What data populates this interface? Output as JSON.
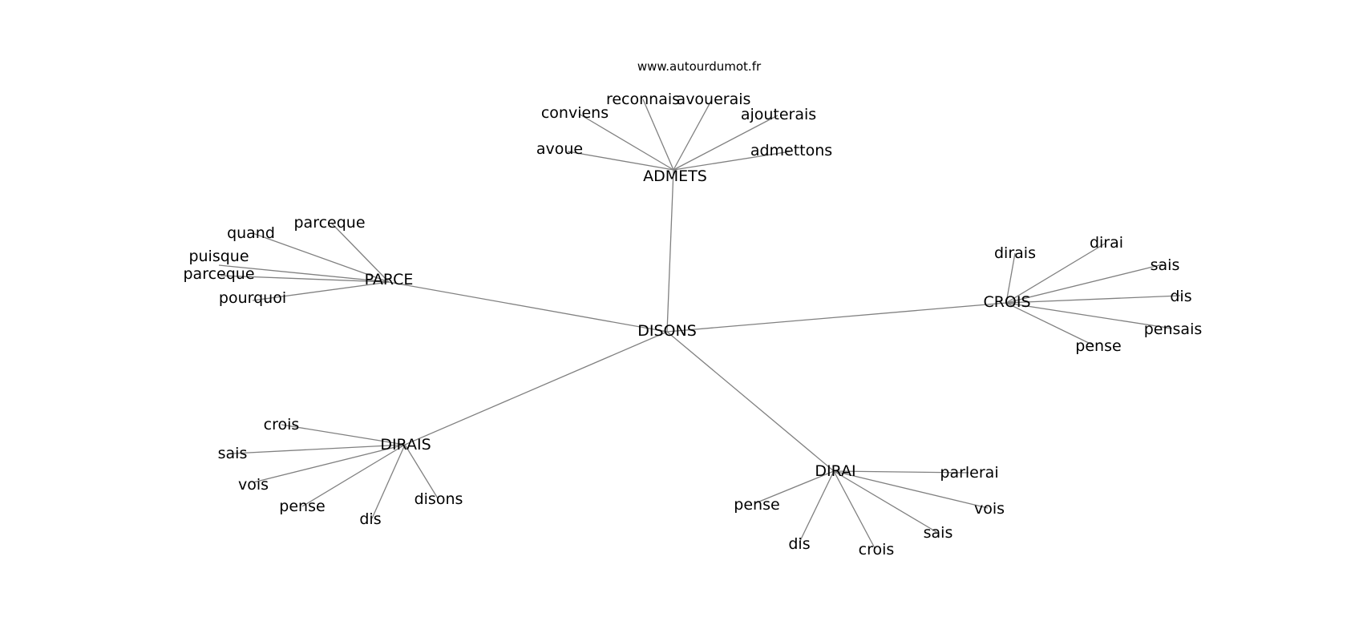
{
  "site": "www.autourdumot.fr",
  "center": "DISONS",
  "clusters": [
    {
      "hub": "ADMETS",
      "leaves": [
        "avoue",
        "conviens",
        "reconnais",
        "avouerais",
        "ajouterais",
        "admettons"
      ]
    },
    {
      "hub": "PARCE",
      "leaves": [
        "parceque",
        "quand",
        "puisque",
        "parceque",
        "pourquoi"
      ]
    },
    {
      "hub": "CROIS",
      "leaves": [
        "dirais",
        "dirai",
        "sais",
        "dis",
        "pensais",
        "pense"
      ]
    },
    {
      "hub": "DIRAIS",
      "leaves": [
        "crois",
        "sais",
        "vois",
        "pense",
        "dis",
        "disons"
      ]
    },
    {
      "hub": "DIRAI",
      "leaves": [
        "parlerai",
        "vois",
        "sais",
        "crois",
        "dis",
        "pense"
      ]
    }
  ]
}
